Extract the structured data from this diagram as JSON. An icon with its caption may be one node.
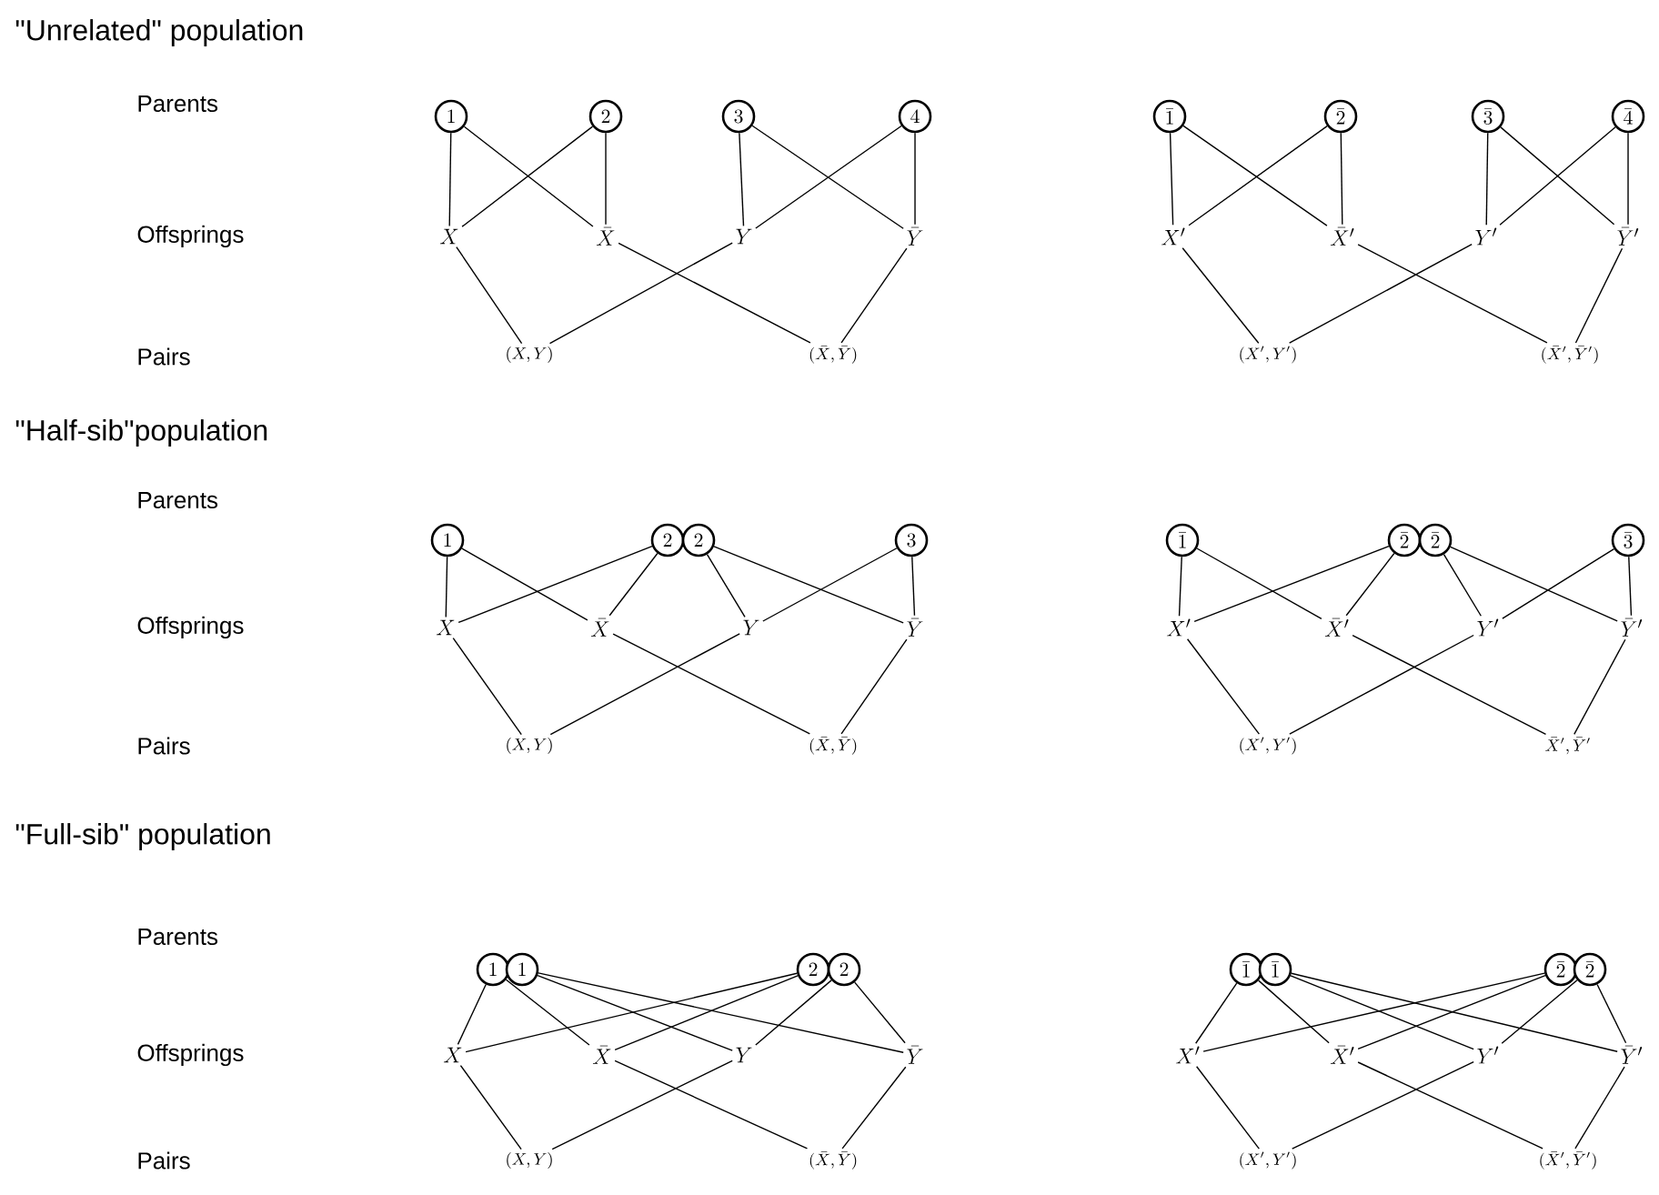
{
  "diagram": {
    "nodes": [
      {
        "text": [
          "1"
        ]
      },
      {
        "text": [
          "2"
        ]
      },
      {
        "text": [
          "3"
        ]
      },
      {
        "text": [
          "4"
        ]
      },
      {
        "text": [
          "X"
        ]
      },
      {
        "text": [
          "\\bar{X}"
        ]
      },
      {
        "text": [
          "Y"
        ]
      },
      {
        "text": [
          "\\bar{Y}"
        ]
      },
      {
        "text": [
          "(X,Y)"
        ]
      },
      {
        "text": [
          "(\\bar{X},\\bar{Y})"
        ]
      },
      {
        "text": [
          "\\bar{1}"
        ]
      },
      {
        "text": [
          "\\bar{2}"
        ]
      },
      {
        "text": [
          "\\bar{3}"
        ]
      },
      {
        "text": [
          "\\bar{4}"
        ]
      },
      {
        "text": [
          "X'"
        ]
      },
      {
        "text": [
          "\\bar{X}'"
        ]
      },
      {
        "text": [
          "Y'"
        ]
      },
      {
        "text": [
          "\\bar{Y}'"
        ]
      },
      {
        "text": [
          "(X',Y')"
        ]
      },
      {
        "text": [
          "(\\bar{X}',\\bar{Y}')"
        ]
      },
      {
        "text": [
          "1"
        ]
      },
      {
        "text": [
          "2"
        ]
      },
      {
        "text": [
          "2"
        ]
      },
      {
        "text": [
          "3"
        ]
      },
      {
        "text": [
          "X"
        ]
      },
      {
        "text": [
          "\\bar{X}"
        ]
      },
      {
        "text": [
          "Y"
        ]
      },
      {
        "text": [
          "\\bar{Y}"
        ]
      },
      {
        "text": [
          "(X,Y)"
        ]
      },
      {
        "text": [
          "(\\bar{X},\\bar{Y})"
        ]
      },
      {
        "text": [
          "\\bar{1}"
        ]
      },
      {
        "text": [
          "\\bar{2}"
        ]
      },
      {
        "text": [
          "\\bar{2}"
        ]
      },
      {
        "text": [
          "\\bar{3}"
        ]
      },
      {
        "text": [
          "X'"
        ]
      },
      {
        "text": [
          "\\bar{X}'"
        ]
      },
      {
        "text": [
          "Y'"
        ]
      },
      {
        "text": [
          "\\bar{Y}'"
        ]
      },
      {
        "text": [
          "(X',Y')"
        ]
      },
      {
        "text": [
          "\\bar{X}',\\bar{Y}'"
        ]
      },
      {
        "text": [
          "1"
        ]
      },
      {
        "text": [
          "1"
        ]
      },
      {
        "text": [
          "2"
        ]
      },
      {
        "text": [
          "2"
        ]
      },
      {
        "text": [
          "X"
        ]
      },
      {
        "text": [
          "\\bar{X}"
        ]
      },
      {
        "text": [
          "Y"
        ]
      },
      {
        "text": [
          "\\bar{Y}"
        ]
      },
      {
        "text": [
          "(X,Y)"
        ]
      },
      {
        "text": [
          "(\\bar{X},\\bar{Y})"
        ]
      },
      {
        "text": [
          "\\bar{1}"
        ]
      },
      {
        "text": [
          "\\bar{1}"
        ]
      },
      {
        "text": [
          "\\bar{2}"
        ]
      },
      {
        "text": [
          "\\bar{2}"
        ]
      },
      {
        "text": [
          "X'"
        ]
      },
      {
        "text": [
          "\\bar{X}'"
        ]
      },
      {
        "text": [
          "Y'"
        ]
      },
      {
        "text": [
          "\\bar{Y}'"
        ]
      },
      {
        "text": [
          "(X',Y')"
        ]
      },
      {
        "text": [
          "(\\bar{X}',\\bar{Y}')"
        ]
      }
    ],
    "edges": [
      {
        "from": 0,
        "to": 4,
        "arrow": "none"
      },
      {
        "from": 1,
        "to": 4,
        "arrow": "none"
      },
      {
        "from": 0,
        "to": 5,
        "arrow": "none"
      },
      {
        "from": 1,
        "to": 5,
        "arrow": "none"
      },
      {
        "from": 2,
        "to": 6,
        "arrow": "none"
      },
      {
        "from": 3,
        "to": 6,
        "arrow": "none"
      },
      {
        "from": 2,
        "to": 7,
        "arrow": "none"
      },
      {
        "from": 3,
        "to": 7,
        "arrow": "none"
      },
      {
        "from": 4,
        "to": 8,
        "arrow": "none"
      },
      {
        "from": 6,
        "to": 8,
        "arrow": "none"
      },
      {
        "from": 5,
        "to": 9,
        "arrow": "none"
      },
      {
        "from": 7,
        "to": 9,
        "arrow": "none"
      },
      {
        "from": 10,
        "to": 14,
        "arrow": "none"
      },
      {
        "from": 11,
        "to": 14,
        "arrow": "none"
      },
      {
        "from": 10,
        "to": 15,
        "arrow": "none"
      },
      {
        "from": 11,
        "to": 15,
        "arrow": "none"
      },
      {
        "from": 12,
        "to": 16,
        "arrow": "none"
      },
      {
        "from": 13,
        "to": 16,
        "arrow": "none"
      },
      {
        "from": 12,
        "to": 17,
        "arrow": "none"
      },
      {
        "from": 13,
        "to": 17,
        "arrow": "none"
      },
      {
        "from": 14,
        "to": 18,
        "arrow": "none"
      },
      {
        "from": 16,
        "to": 18,
        "arrow": "none"
      },
      {
        "from": 15,
        "to": 19,
        "arrow": "none"
      },
      {
        "from": 17,
        "to": 19,
        "arrow": "none"
      },
      {
        "from": 20,
        "to": 24,
        "arrow": "none"
      },
      {
        "from": 21,
        "to": 24,
        "arrow": "none"
      },
      {
        "from": 20,
        "to": 25,
        "arrow": "none"
      },
      {
        "from": 21,
        "to": 25,
        "arrow": "none"
      },
      {
        "from": 22,
        "to": 26,
        "arrow": "none"
      },
      {
        "from": 23,
        "to": 26,
        "arrow": "none"
      },
      {
        "from": 22,
        "to": 27,
        "arrow": "none"
      },
      {
        "from": 23,
        "to": 27,
        "arrow": "none"
      },
      {
        "from": 24,
        "to": 28,
        "arrow": "none"
      },
      {
        "from": 26,
        "to": 28,
        "arrow": "none"
      },
      {
        "from": 25,
        "to": 29,
        "arrow": "none"
      },
      {
        "from": 27,
        "to": 29,
        "arrow": "none"
      },
      {
        "from": 30,
        "to": 34,
        "arrow": "none"
      },
      {
        "from": 31,
        "to": 34,
        "arrow": "none"
      },
      {
        "from": 30,
        "to": 35,
        "arrow": "none"
      },
      {
        "from": 31,
        "to": 35,
        "arrow": "none"
      },
      {
        "from": 32,
        "to": 36,
        "arrow": "none"
      },
      {
        "from": 33,
        "to": 36,
        "arrow": "none"
      },
      {
        "from": 32,
        "to": 37,
        "arrow": "none"
      },
      {
        "from": 33,
        "to": 37,
        "arrow": "none"
      },
      {
        "from": 34,
        "to": 38,
        "arrow": "none"
      },
      {
        "from": 36,
        "to": 38,
        "arrow": "none"
      },
      {
        "from": 35,
        "to": 39,
        "arrow": "none"
      },
      {
        "from": 37,
        "to": 39,
        "arrow": "none"
      },
      {
        "from": 40,
        "to": 44,
        "arrow": "none"
      },
      {
        "from": 42,
        "to": 44,
        "arrow": "none"
      },
      {
        "from": 40,
        "to": 45,
        "arrow": "none"
      },
      {
        "from": 42,
        "to": 45,
        "arrow": "none"
      },
      {
        "from": 41,
        "to": 46,
        "arrow": "none"
      },
      {
        "from": 43,
        "to": 46,
        "arrow": "none"
      },
      {
        "from": 41,
        "to": 47,
        "arrow": "none"
      },
      {
        "from": 43,
        "to": 47,
        "arrow": "none"
      },
      {
        "from": 44,
        "to": 48,
        "arrow": "none"
      },
      {
        "from": 46,
        "to": 48,
        "arrow": "none"
      },
      {
        "from": 45,
        "to": 49,
        "arrow": "none"
      },
      {
        "from": 47,
        "to": 49,
        "arrow": "none"
      },
      {
        "from": 50,
        "to": 54,
        "arrow": "none"
      },
      {
        "from": 52,
        "to": 54,
        "arrow": "none"
      },
      {
        "from": 50,
        "to": 55,
        "arrow": "none"
      },
      {
        "from": 52,
        "to": 55,
        "arrow": "none"
      },
      {
        "from": 51,
        "to": 56,
        "arrow": "none"
      },
      {
        "from": 53,
        "to": 56,
        "arrow": "none"
      },
      {
        "from": 51,
        "to": 57,
        "arrow": "none"
      },
      {
        "from": 53,
        "to": 57,
        "arrow": "none"
      },
      {
        "from": 54,
        "to": 58,
        "arrow": "none"
      },
      {
        "from": 56,
        "to": 58,
        "arrow": "none"
      },
      {
        "from": 55,
        "to": 59,
        "arrow": "none"
      },
      {
        "from": 57,
        "to": 59,
        "arrow": "none"
      }
    ],
    "labels": [
      "\"Unrelated\" population",
      "Parents",
      "Offsprings",
      "Pairs",
      "\"Half-sib\"population",
      "Parents",
      "Offsprings",
      "Pairs",
      "\"Full-sib\" population",
      "Parents",
      "Offsprings",
      "Pairs"
    ]
  }
}
